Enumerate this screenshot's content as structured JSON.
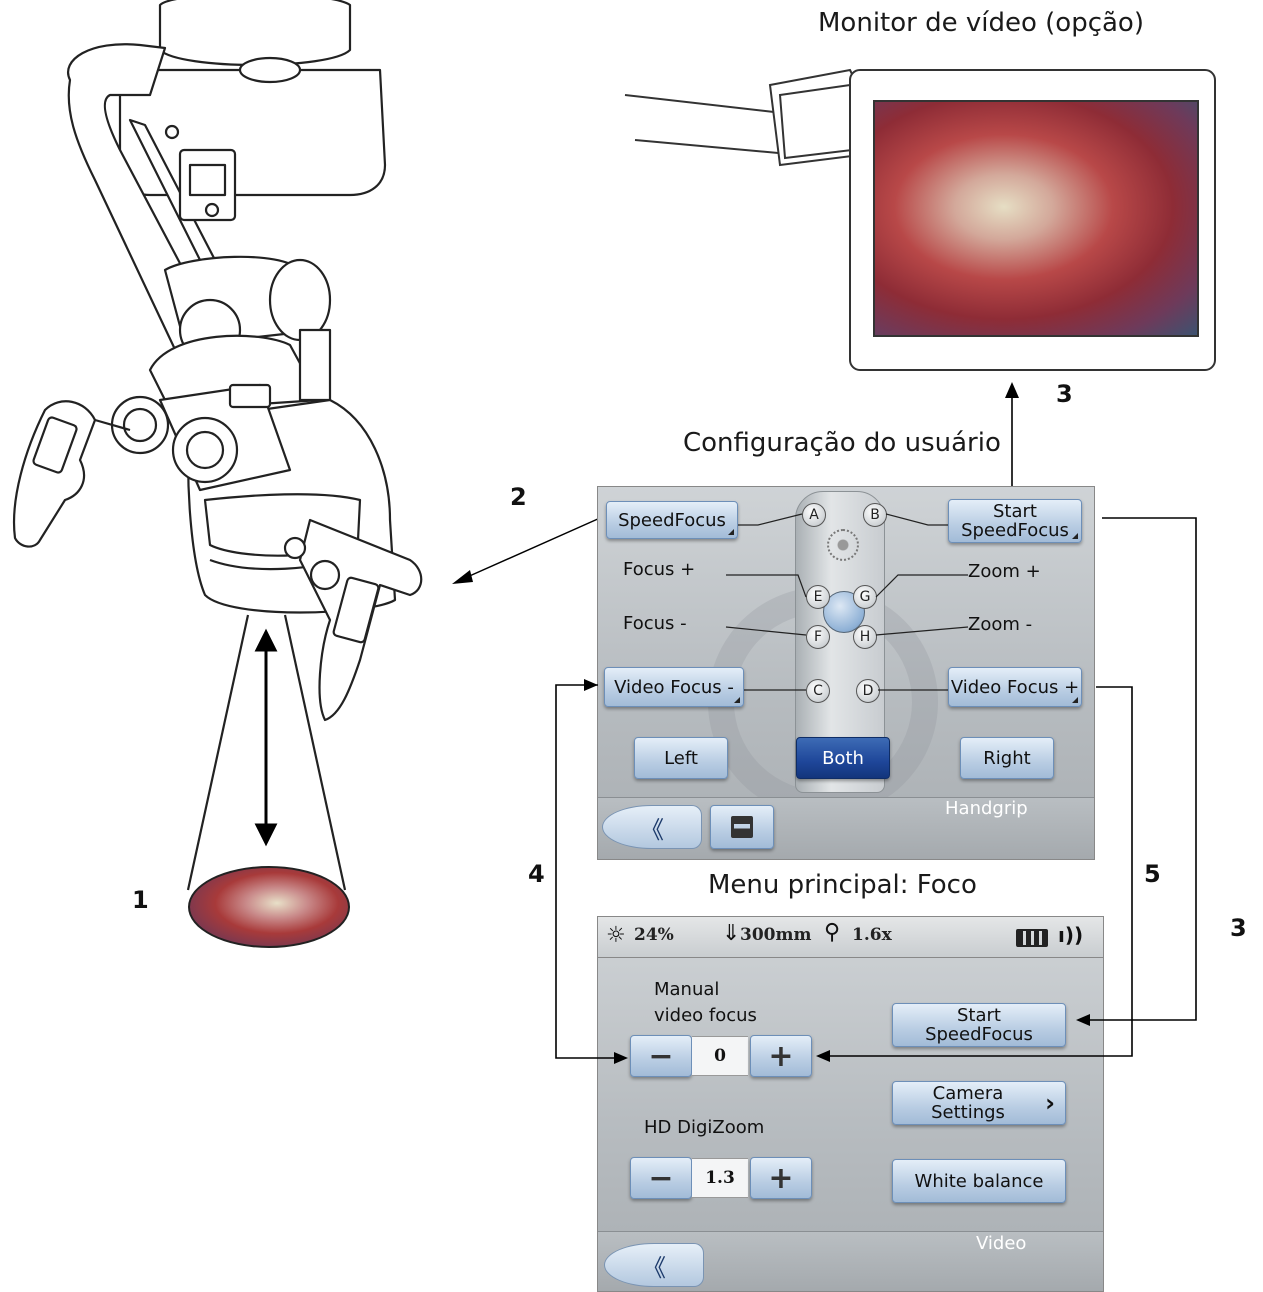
{
  "labels": {
    "video_monitor": "Monitor de vídeo (opção)",
    "user_config": "Configuração do usuário",
    "main_menu": "Menu principal: Foco"
  },
  "callouts": {
    "n1": "1",
    "n2": "2",
    "n3_top": "3",
    "n3_right": "3",
    "n4": "4",
    "n5": "5"
  },
  "handgrip_panel": {
    "speedfocus": "SpeedFocus",
    "start_speedfocus_line1": "Start",
    "start_speedfocus_line2": "SpeedFocus",
    "focus_plus": "Focus +",
    "focus_minus": "Focus -",
    "zoom_plus": "Zoom +",
    "zoom_minus": "Zoom -",
    "video_focus_minus": "Video Focus -",
    "video_focus_plus": "Video Focus +",
    "left": "Left",
    "both": "Both",
    "right": "Right",
    "tab": "Handgrip",
    "keys": {
      "a": "A",
      "b": "B",
      "c": "C",
      "d": "D",
      "e": "E",
      "f": "F",
      "g": "G",
      "h": "H"
    }
  },
  "video_panel": {
    "status": {
      "light": "24%",
      "distance": "300mm",
      "zoom": "1.6x"
    },
    "manual_video_focus_line1": "Manual",
    "manual_video_focus_line2": "video focus",
    "focus_value": "0",
    "hd_digizoom": "HD DigiZoom",
    "digizoom_value": "1.3",
    "start_speedfocus_line1": "Start",
    "start_speedfocus_line2": "SpeedFocus",
    "camera_settings_line1": "Camera",
    "camera_settings_line2": "Settings",
    "white_balance": "White balance",
    "tab": "Video",
    "minus": "−",
    "plus": "+",
    "chevron": "›",
    "back": "《"
  },
  "colors": {
    "selected": "#1e4699",
    "panel": "#b7bcc0",
    "button": "#b9cde3"
  }
}
